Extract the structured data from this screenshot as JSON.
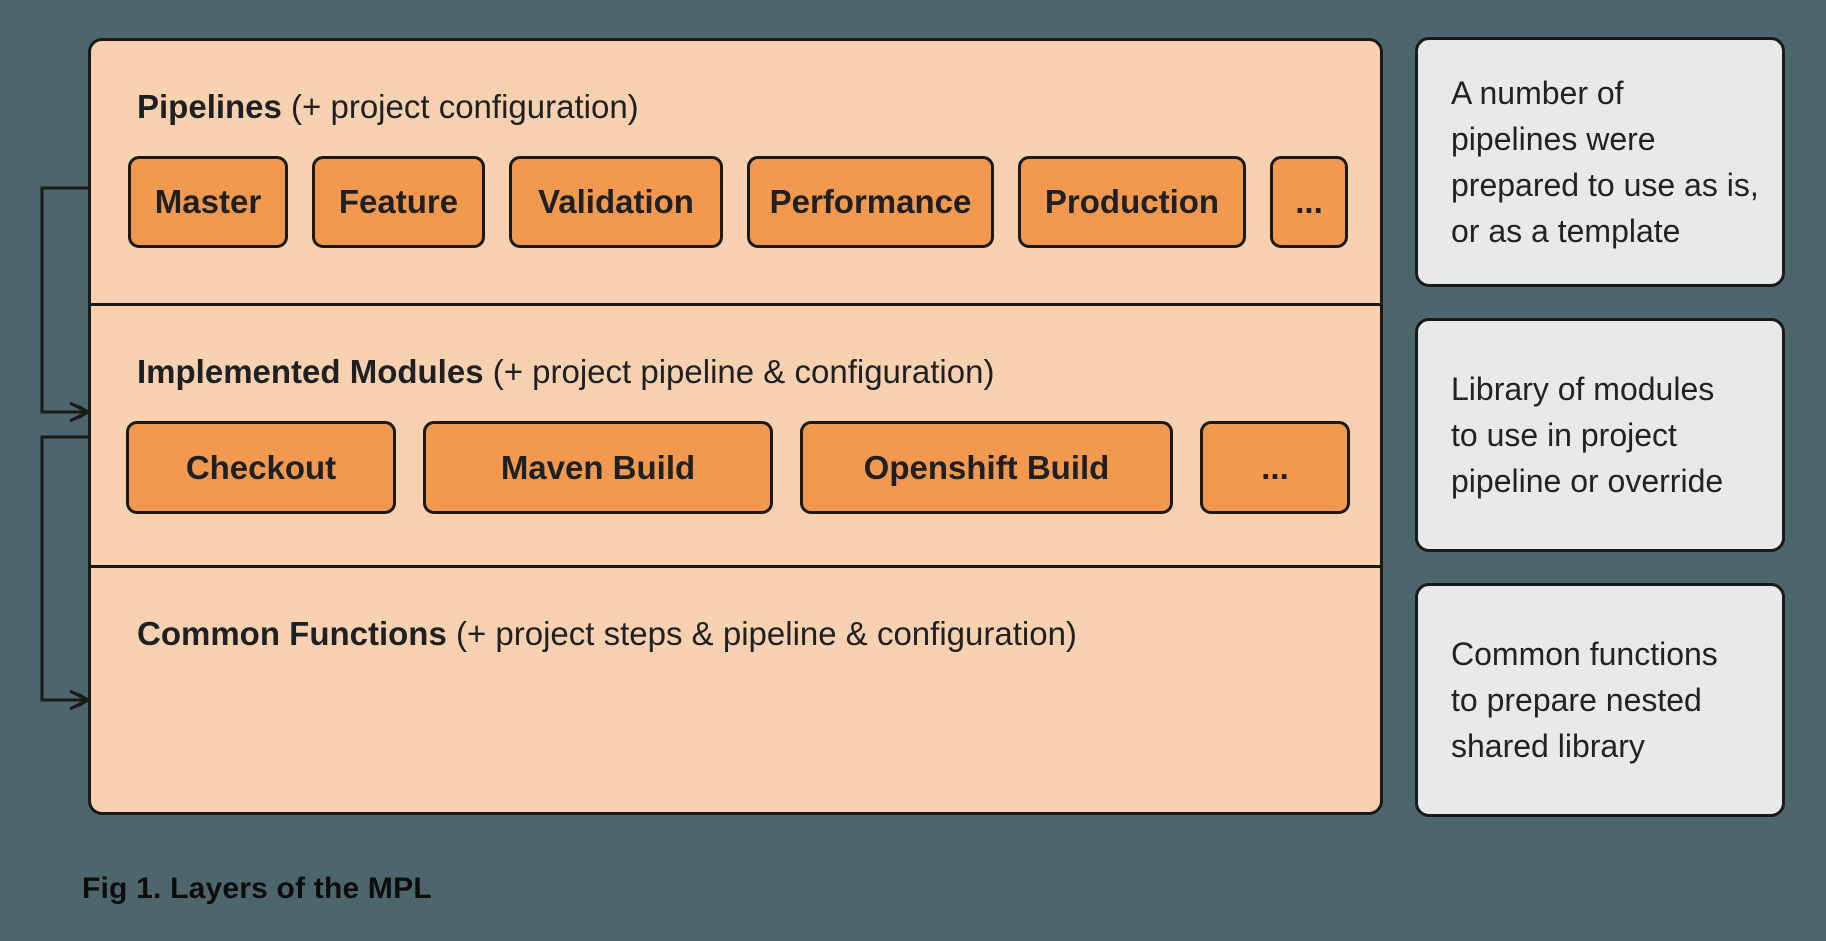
{
  "colors": {
    "background": "#4c666b",
    "layer_fill": "#f8d1b0",
    "button_fill": "#f2984f",
    "note_fill": "#e9e9e9",
    "line": "#1a1a1a",
    "text": "#1f2023"
  },
  "diagram": {
    "layers": [
      {
        "title_bold": "Pipelines",
        "title_rest": " (+ project configuration)",
        "buttons": [
          "Master",
          "Feature",
          "Validation",
          "Performance",
          "Production",
          "..."
        ]
      },
      {
        "title_bold": "Implemented Modules",
        "title_rest": " (+ project pipeline & configuration)",
        "buttons": [
          "Checkout",
          "Maven Build",
          "Openshift Build",
          "..."
        ]
      },
      {
        "title_bold": "Common Functions",
        "title_rest": " (+ project steps & pipeline & configuration)",
        "buttons": []
      }
    ],
    "annotations": [
      {
        "text": "A number of\npipelines were\nprepared to use as is,\nor as a template"
      },
      {
        "text": "Library of modules\nto use in project\npipeline or override"
      },
      {
        "text": "Common functions\nto prepare nested\nshared library"
      }
    ],
    "caption": "Fig 1. Layers of the MPL"
  }
}
